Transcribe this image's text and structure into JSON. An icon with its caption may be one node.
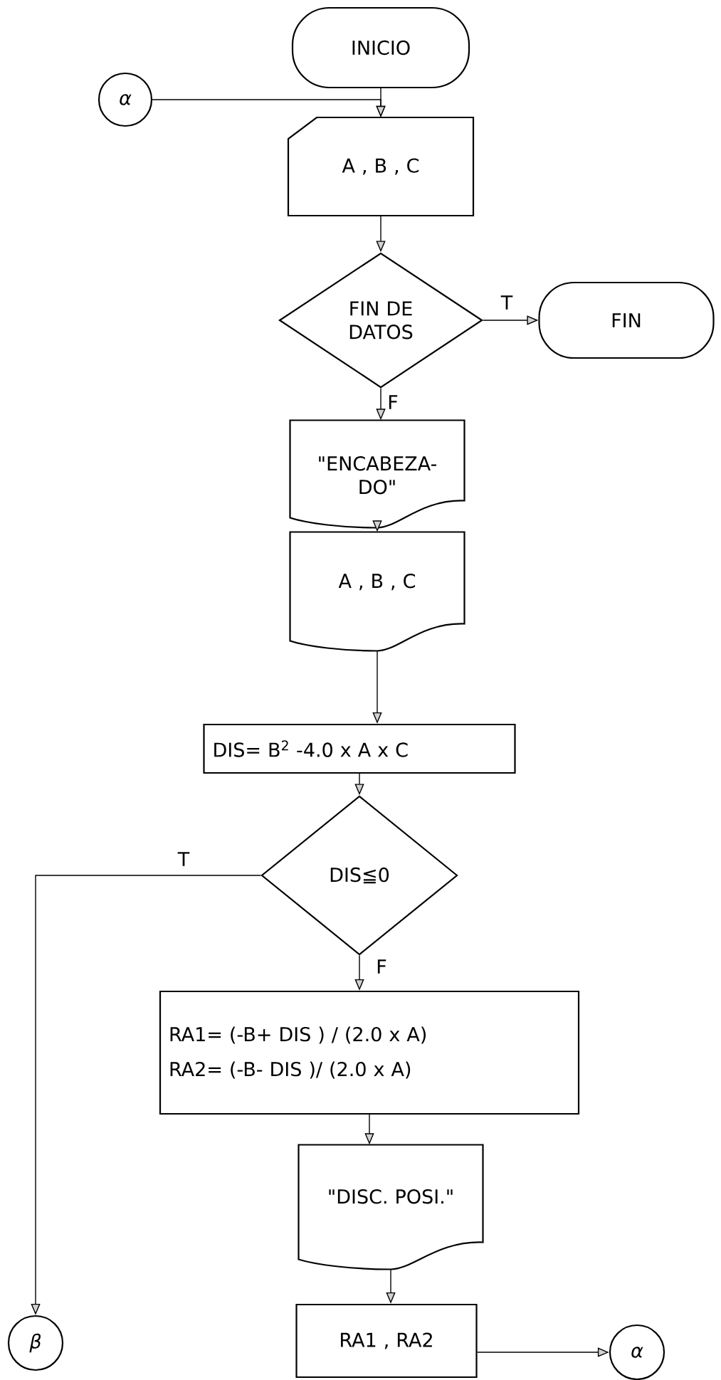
{
  "diagram": {
    "nodes": [
      {
        "text": [
          "INICIO"
        ]
      },
      {
        "text": [
          "α"
        ]
      },
      {
        "text": [
          "A , B , C"
        ]
      },
      {
        "text": [
          "FIN DE DATOS"
        ]
      },
      {
        "text": [
          "FIN"
        ]
      },
      {
        "text": [
          "\"ENCABEZA-DO\""
        ]
      },
      {
        "text": [
          "A , B , C"
        ]
      },
      {
        "text": [
          "DIS= B$^{2}$ -4.0 x A x C"
        ]
      },
      {
        "text": [
          "DIS≦0"
        ]
      },
      {
        "text": [
          "RA1= (-B+ DIS ) / (2.0 x A)",
          "RA2= (-B- DIS )/ (2.0 x A)"
        ]
      },
      {
        "text": [
          "\"DISC. POSI.\""
        ]
      },
      {
        "text": [
          "RA1 , RA2"
        ]
      },
      {
        "text": [
          "β"
        ]
      },
      {
        "text": [
          "α"
        ]
      }
    ],
    "edges": [
      {
        "from": 0,
        "to": 2,
        "arrow": "to"
      },
      {
        "from": 1,
        "to": 2,
        "arrow": "to"
      },
      {
        "from": 2,
        "to": 3,
        "arrow": "to"
      },
      {
        "from": 3,
        "to": 4,
        "arrow": "to",
        "label": "T"
      },
      {
        "from": 3,
        "to": 5,
        "arrow": "to",
        "label": "F"
      },
      {
        "from": 5,
        "to": 6,
        "arrow": "to"
      },
      {
        "from": 6,
        "to": 7,
        "arrow": "to"
      },
      {
        "from": 7,
        "to": 8,
        "arrow": "to"
      },
      {
        "from": 8,
        "to": 12,
        "arrow": "to",
        "label": "T"
      },
      {
        "from": 8,
        "to": 9,
        "arrow": "to",
        "label": "F"
      },
      {
        "from": 9,
        "to": 10,
        "arrow": "to"
      },
      {
        "from": 10,
        "to": 11,
        "arrow": "to"
      },
      {
        "from": 11,
        "to": 13,
        "arrow": "to"
      }
    ]
  }
}
